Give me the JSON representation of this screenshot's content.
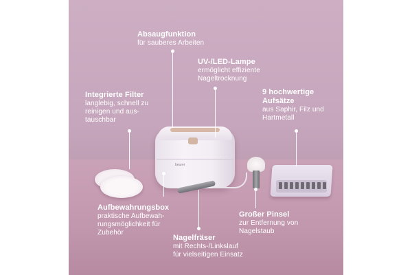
{
  "labels": {
    "absaug": {
      "title": "Absaugfunktion",
      "desc": [
        "für sauberes Arbeiten"
      ]
    },
    "uvled": {
      "title": "UV-/LED-Lampe",
      "desc": [
        "ermöglicht effiziente",
        "Nageltrocknung"
      ]
    },
    "filter": {
      "title": "Integrierte Filter",
      "desc": [
        "langlebig, schnell zu",
        "reinigen und aus-",
        "tauschbar"
      ]
    },
    "aufsaetze": {
      "title": [
        "9 hochwertige",
        "Aufsätze"
      ],
      "desc": [
        "aus Saphir, Filz und",
        "Hartmetall"
      ]
    },
    "box": {
      "title": "Aufbewahrungsbox",
      "desc": [
        "praktische Aufbewah-",
        "rungsmöglichkeit für",
        "Zubehör"
      ]
    },
    "pinsel": {
      "title": "Großer Pinsel",
      "desc": [
        "zur Entfernung von",
        "Nagelstaub"
      ]
    },
    "fraeser": {
      "title": "Nagelfräser",
      "desc": [
        "mit Rechts-/Linkslauf",
        "für vielseitigen Einsatz"
      ]
    }
  },
  "device": {
    "brand": "beurer"
  },
  "colors": {
    "text": "#ffffff",
    "background": "#c6a6bc"
  }
}
